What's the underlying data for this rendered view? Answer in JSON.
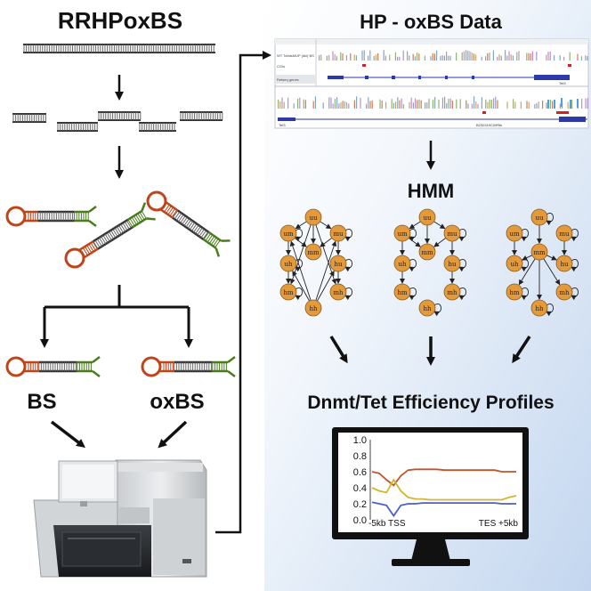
{
  "left": {
    "title": "RRHPoxBS",
    "bs_label": "BS",
    "oxbs_label": "oxBS"
  },
  "right": {
    "title": "HP - oxBS Data",
    "hmm_title": "HMM",
    "profiles_title": "Dnmt/Tet Efficiency Profiles"
  },
  "browser": {
    "track1_label": "WT TotalsMUP (dkl) BS",
    "track2_label": "CGIs",
    "track3_label": "Refseq genes",
    "gene_label_1": "Tet3",
    "gene_label_2": "Tet3",
    "gene_label_3": "B230319C09Rik"
  },
  "hmm": {
    "model1": [
      "uu",
      "um",
      "mu",
      "mm",
      "uh",
      "hu",
      "hm",
      "mh",
      "hh"
    ],
    "model2": [
      "uu",
      "um",
      "mu",
      "mm",
      "uh",
      "hu",
      "hm",
      "mh",
      "hh"
    ],
    "model3": [
      "uu",
      "um",
      "mu",
      "mm",
      "uh",
      "hu",
      "hm",
      "mh",
      "hh"
    ]
  },
  "chart_data": {
    "type": "line",
    "ylim": [
      0.0,
      1.0
    ],
    "yticks": [
      "1.0",
      "0.8",
      "0.6",
      "0.4",
      "0.2",
      "0.0"
    ],
    "xlabels": [
      "-5kb TSS",
      "TES +5kb"
    ],
    "series": [
      {
        "color": "#c0542a",
        "values": [
          0.6,
          0.58,
          0.5,
          0.43,
          0.55,
          0.62,
          0.63,
          0.63,
          0.63,
          0.63,
          0.62,
          0.62,
          0.62,
          0.62,
          0.62,
          0.62,
          0.62,
          0.62,
          0.6,
          0.6,
          0.6
        ]
      },
      {
        "color": "#d4b52e",
        "values": [
          0.4,
          0.36,
          0.34,
          0.5,
          0.36,
          0.28,
          0.26,
          0.26,
          0.25,
          0.25,
          0.25,
          0.25,
          0.25,
          0.25,
          0.25,
          0.25,
          0.25,
          0.25,
          0.25,
          0.28,
          0.3
        ]
      },
      {
        "color": "#4a5fcf",
        "values": [
          0.22,
          0.2,
          0.18,
          0.05,
          0.18,
          0.2,
          0.2,
          0.21,
          0.21,
          0.21,
          0.21,
          0.21,
          0.21,
          0.21,
          0.21,
          0.21,
          0.21,
          0.21,
          0.2,
          0.2,
          0.2
        ]
      }
    ]
  }
}
